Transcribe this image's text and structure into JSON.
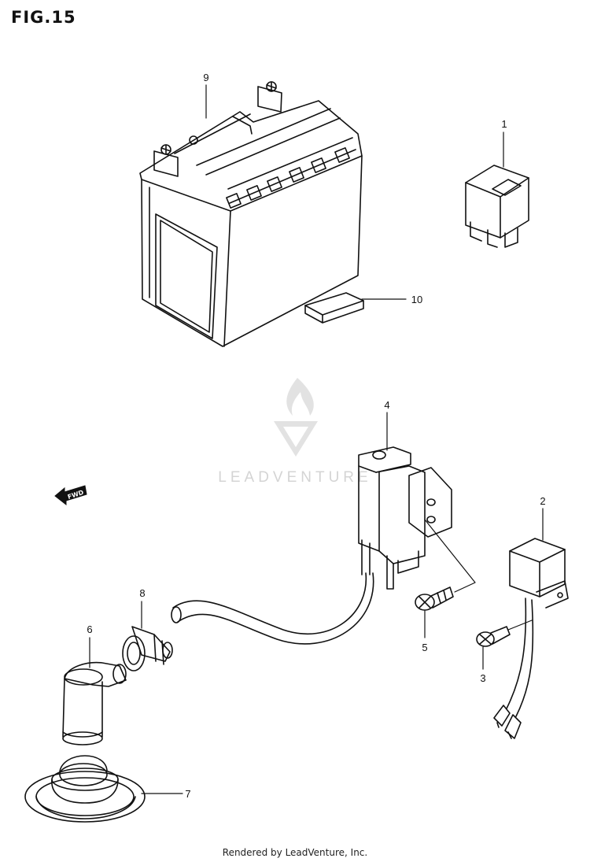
{
  "figure": {
    "title": "FIG.15"
  },
  "callouts": {
    "part_1": "1",
    "part_2": "2",
    "part_3": "3",
    "part_4": "4",
    "part_5": "5",
    "part_6": "6",
    "part_7": "7",
    "part_8": "8",
    "part_9": "9",
    "part_10": "10"
  },
  "direction_marker": {
    "label": "FWD"
  },
  "watermark": {
    "text": "LEADVENTURE"
  },
  "footer": {
    "credit": "Rendered by LeadVenture, Inc."
  }
}
